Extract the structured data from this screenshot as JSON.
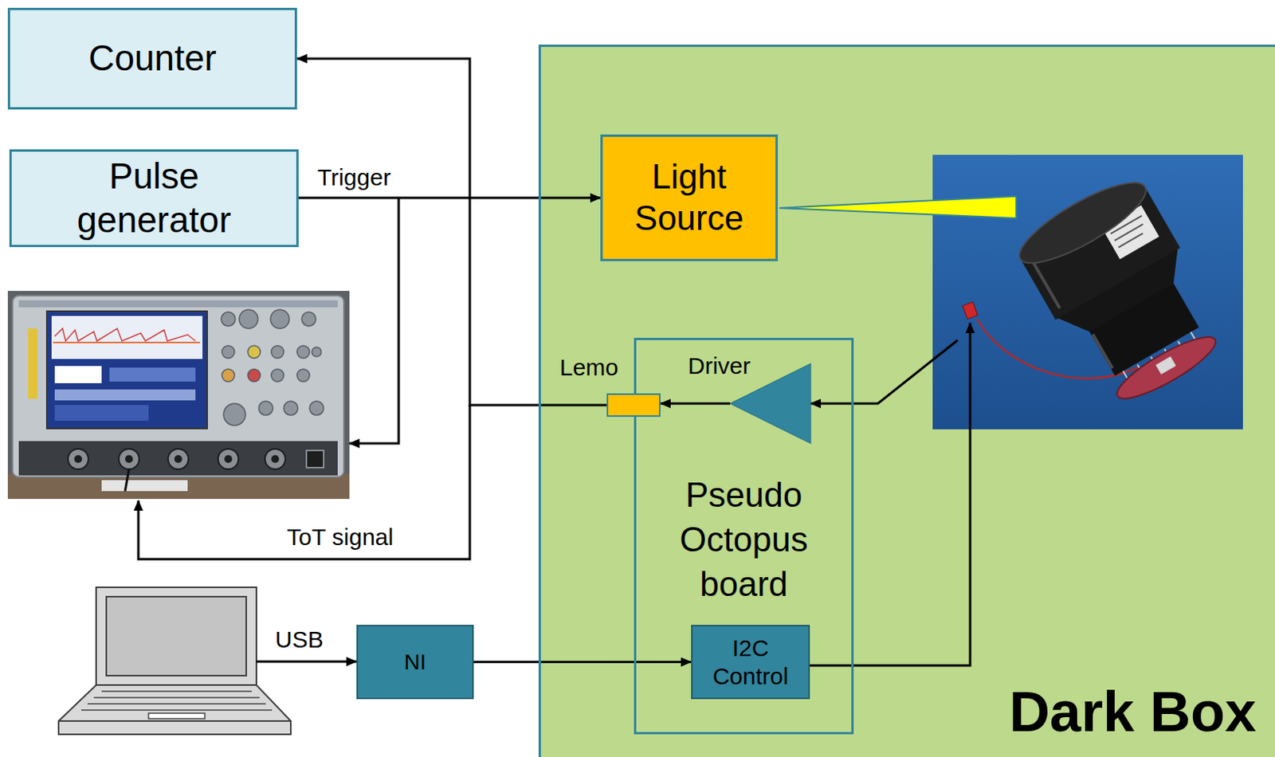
{
  "diagram": {
    "nodes": [
      {
        "text": [
          "Counter"
        ]
      },
      {
        "text": [
          "Pulse generator"
        ]
      },
      {
        "text": [
          "Dark Box"
        ]
      },
      {
        "text": [
          "Light Source"
        ],
        "in": 2
      },
      {
        "text": [
          "Pseudo Octopus board"
        ],
        "in": 2
      },
      {
        "text": [
          "Lemo"
        ],
        "in": 4
      },
      {
        "text": [
          "Driver"
        ],
        "in": 4
      },
      {
        "text": [
          "I2C Control"
        ],
        "in": 4
      },
      {
        "text": [
          "NI"
        ]
      }
    ],
    "edges": [
      {
        "from": 1,
        "to": 3,
        "label": "Trigger",
        "arrow": "to"
      },
      {
        "from": 6,
        "to": 5,
        "arrow": "to"
      },
      {
        "from": 5,
        "to": 0,
        "arrow": "to"
      },
      {
        "from": 8,
        "to": 7,
        "arrow": "to"
      }
    ],
    "labels": [
      "ToT signal",
      "USB"
    ]
  }
}
